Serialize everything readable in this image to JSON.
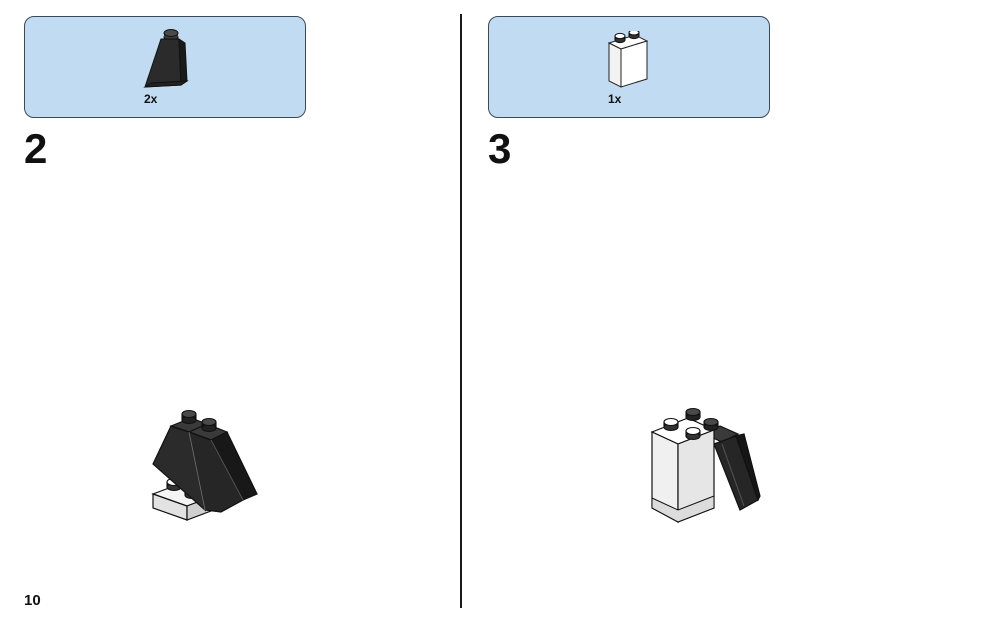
{
  "page": {
    "number": "10"
  },
  "steps": [
    {
      "number": "2",
      "parts": [
        {
          "element": "dark-slope-brick-icon",
          "quantity": "2x",
          "color": "#2b2b2b"
        }
      ]
    },
    {
      "number": "3",
      "parts": [
        {
          "element": "white-brick-icon",
          "quantity": "1x",
          "color": "#f2f2f2"
        }
      ]
    }
  ],
  "colors": {
    "parts_box_background": "#c1dcf2",
    "dark_brick": "#2b2b2b",
    "white_brick": "#f2f2f2"
  }
}
